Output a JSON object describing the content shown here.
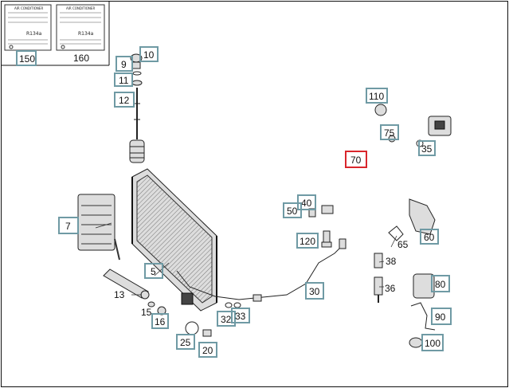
{
  "labels": {
    "l150": "150",
    "l160": "160",
    "l9": "9",
    "l10": "10",
    "l11": "11",
    "l12": "12",
    "l110": "110",
    "l75": "75",
    "l35": "35",
    "l70": "70",
    "l40": "40",
    "l50": "50",
    "l120": "120",
    "l60": "60",
    "l65": "65",
    "l7": "7",
    "l5": "5",
    "l13": "13",
    "l15": "15",
    "l16": "16",
    "l38": "38",
    "l36": "36",
    "l80": "80",
    "l30": "30",
    "l32": "32",
    "l33": "33",
    "l25": "25",
    "l20": "20",
    "l90": "90",
    "l100": "100"
  },
  "stickers": {
    "heading": "AIR CONDITIONER",
    "refrigerant": "R134a"
  },
  "colors": {
    "callout_box": "#6f9aa4",
    "highlight_box": "#d9262c"
  }
}
